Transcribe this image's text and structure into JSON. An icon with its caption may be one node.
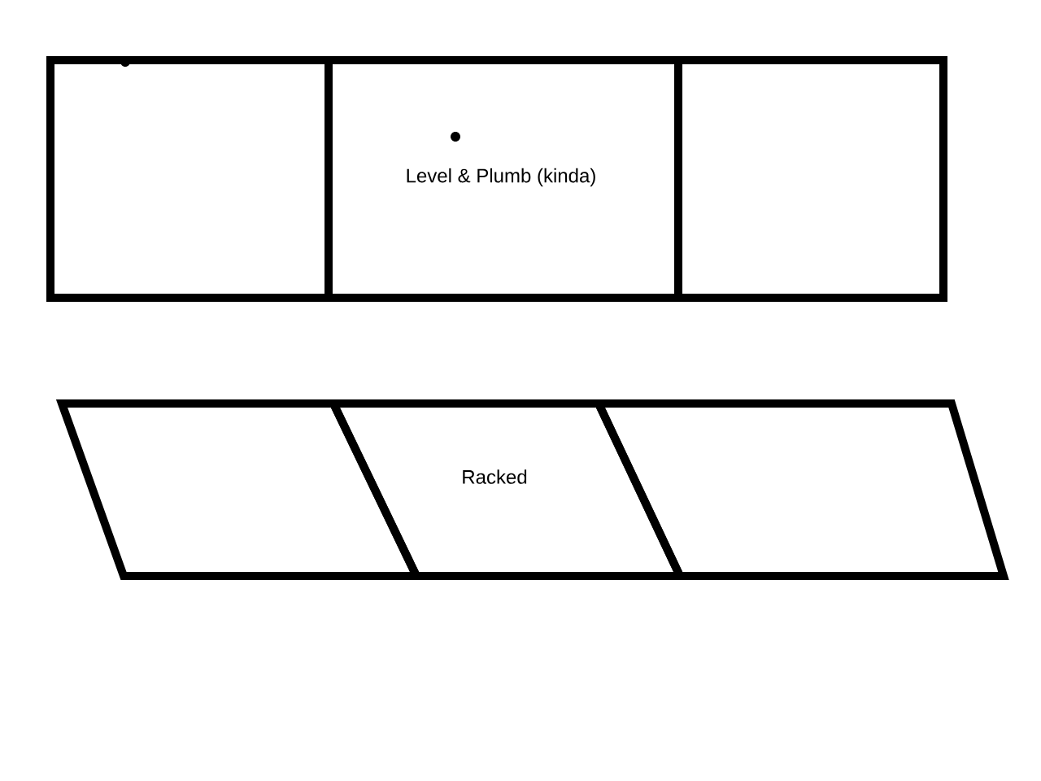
{
  "diagram": {
    "nodes": [
      {
        "text": [],
        "shape": "box"
      },
      {
        "text": [
          "Level & Plumb (kinda)"
        ]
      },
      {
        "text": [],
        "shape": "box"
      },
      {
        "text": [],
        "shape": "parallelogram"
      },
      {
        "text": [
          "Racked"
        ]
      },
      {
        "text": [],
        "shape": "parallelogram"
      }
    ]
  }
}
